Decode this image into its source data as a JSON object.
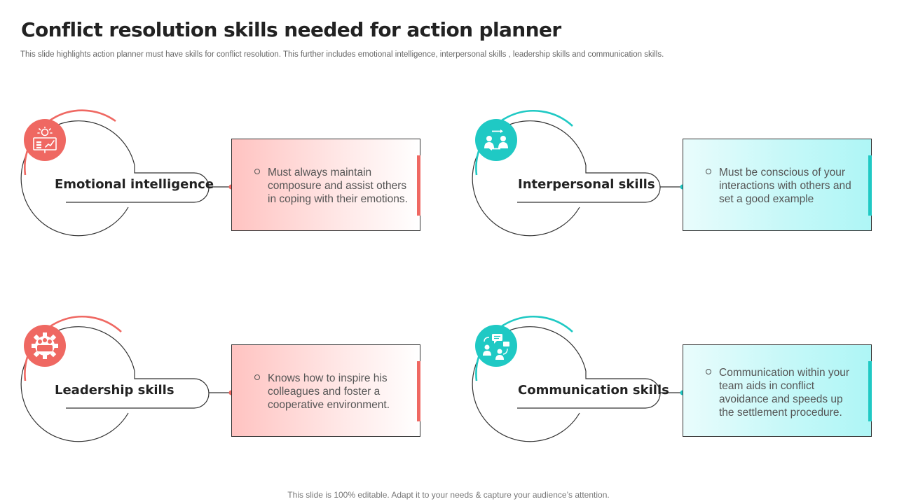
{
  "title": "Conflict resolution skills needed for action planner",
  "subtitle": "This slide highlights action planner must have skills for conflict resolution. This further includes emotional intelligence, interpersonal skills , leadership skills and communication skills.",
  "footer": "This slide is 100% editable. Adapt it to your needs & capture your audience’s attention.",
  "colors": {
    "red_accent": "#ef6862",
    "teal_accent": "#1fc9c4",
    "outline": "#333333"
  },
  "skills": [
    {
      "label": "Emotional intelligence",
      "icon": "presentation-chart-icon",
      "description": "Must always maintain composure and assist others in coping with their emotions."
    },
    {
      "label": "Interpersonal skills",
      "icon": "people-exchange-icon",
      "description": "Must be conscious of your interactions with others and set a good example"
    },
    {
      "label": "Leadership skills",
      "icon": "team-gear-icon",
      "description": "Knows how to inspire his colleagues and foster a cooperative environment."
    },
    {
      "label": "Communication skills",
      "icon": "chat-people-icon",
      "description": "Communication within your team aids in conflict avoidance and speeds up the settlement procedure."
    }
  ]
}
